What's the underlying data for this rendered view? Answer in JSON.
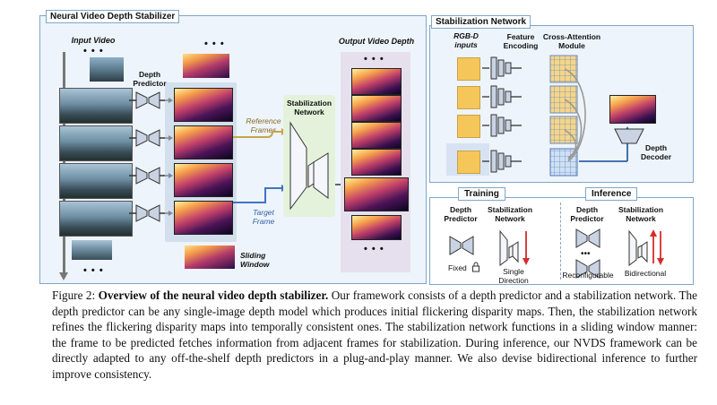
{
  "left_panel": {
    "title": "Neural Video Depth Stabilizer",
    "input_video_label": "Input Video",
    "depth_predictor_label": "Depth\nPredictor",
    "reference_frames_label": "Reference\nFrames",
    "target_frame_label": "Target\nFrame",
    "stabilization_network_label": "Stabilization\nNetwork",
    "output_video_depth_label": "Output Video Depth",
    "sliding_window_label": "Sliding\nWindow",
    "ellipsis": "• • •"
  },
  "right_panel": {
    "title": "Stabilization Network",
    "rgbd_label": "RGB-D\ninputs",
    "feature_encoding_label": "Feature\nEncoding",
    "cross_attention_label": "Cross-Attention\nModule",
    "depth_decoder_label": "Depth\nDecoder"
  },
  "training": {
    "tab": "Training",
    "depth_predictor": "Depth\nPredictor",
    "stabilization_network": "Stabilization\nNetwork",
    "fixed": "Fixed",
    "single_direction": "Single\nDirection"
  },
  "inference": {
    "tab": "Inference",
    "depth_predictor": "Depth\nPredictor",
    "stabilization_network": "Stabilization\nNetwork",
    "reconfigurable": "Reconfigurable",
    "bidirectional": "Bidirectional"
  },
  "caption": {
    "prefix": "Figure 2: ",
    "bold": "Overview of the neural video depth stabilizer.",
    "body": " Our framework consists of a depth predictor and a stabilization network. The depth predictor can be any single-image depth model which produces initial flickering disparity maps. Then, the stabilization network refines the flickering disparity maps into temporally consistent ones. The stabilization network functions in a sliding window manner: the frame to be predicted fetches information from adjacent frames for stabilization. During inference, our NVDS framework can be directly adapted to any off-the-shelf depth predictors in a plug-and-play manner. We also devise bidirectional inference to further improve consistency."
  },
  "colors": {
    "panel_border": "#7fa6c9",
    "panel_fill": "#eef4fb",
    "output_fill": "#e6e0ee",
    "stab_fill": "#e4f2dc",
    "reference_text": "#8a6a22",
    "target_text": "#2e62a8",
    "training_arrow": "#d62c2c",
    "feature_box": "#f5c65a"
  }
}
